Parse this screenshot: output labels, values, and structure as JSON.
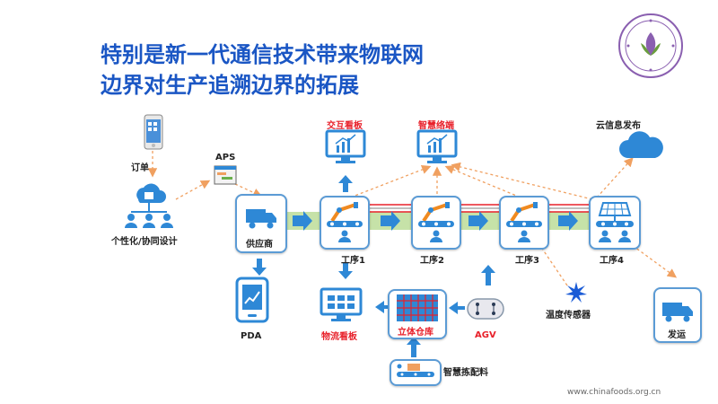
{
  "title": {
    "line1": "特别是新一代通信技术带来物联网",
    "line2": "边界对生产追溯边界的拓展"
  },
  "labels": {
    "order": "订单",
    "aps": "APS",
    "design": "个性化/协同设计",
    "supplier": "供应商",
    "pda": "PDA",
    "interactive_board": "交互看板",
    "smart_terminal": "智慧络端",
    "cloud_info": "云信息发布",
    "process1": "工序1",
    "process2": "工序2",
    "process3": "工序3",
    "process4": "工序4",
    "logistics_board": "物流看板",
    "warehouse": "立体仓库",
    "agv": "AGV",
    "temp_sensor": "温度传感器",
    "shipping": "发运",
    "smart_picking": "智慧拣配料"
  },
  "footer": "www.chinafoods.org.cn",
  "colors": {
    "title": "#1a56c4",
    "accent_red": "#e8202a",
    "blue": "#2e88d6",
    "orange": "#f0a060",
    "belt": "#c6e2a8"
  }
}
